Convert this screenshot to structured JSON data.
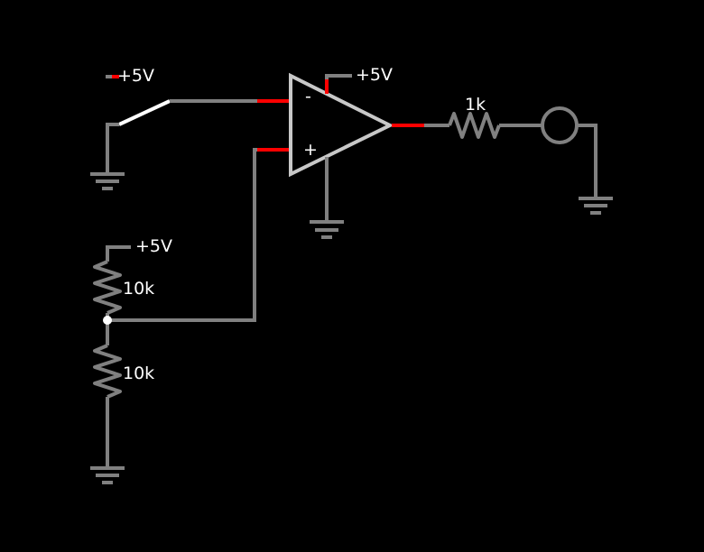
{
  "colors": {
    "background": "#000000",
    "wire": "#808080",
    "active": "#ff0000",
    "component": "#c8c8c8",
    "switch": "#ffffff",
    "label": "#ffffff"
  },
  "switch_supply": {
    "label": "+5V"
  },
  "opamp": {
    "inverting_label": "-",
    "noninverting_label": "+",
    "supply_label": "+5V"
  },
  "output_resistor": {
    "label": "1k"
  },
  "divider": {
    "supply_label": "+5V",
    "top_resistor_label": "10k",
    "bottom_resistor_label": "10k"
  },
  "icons": {
    "ground": "ground-icon",
    "lamp": "lamp-icon",
    "switch": "switch-icon",
    "resistor": "resistor-icon",
    "opamp": "opamp-icon",
    "junction": "junction-dot-icon"
  }
}
